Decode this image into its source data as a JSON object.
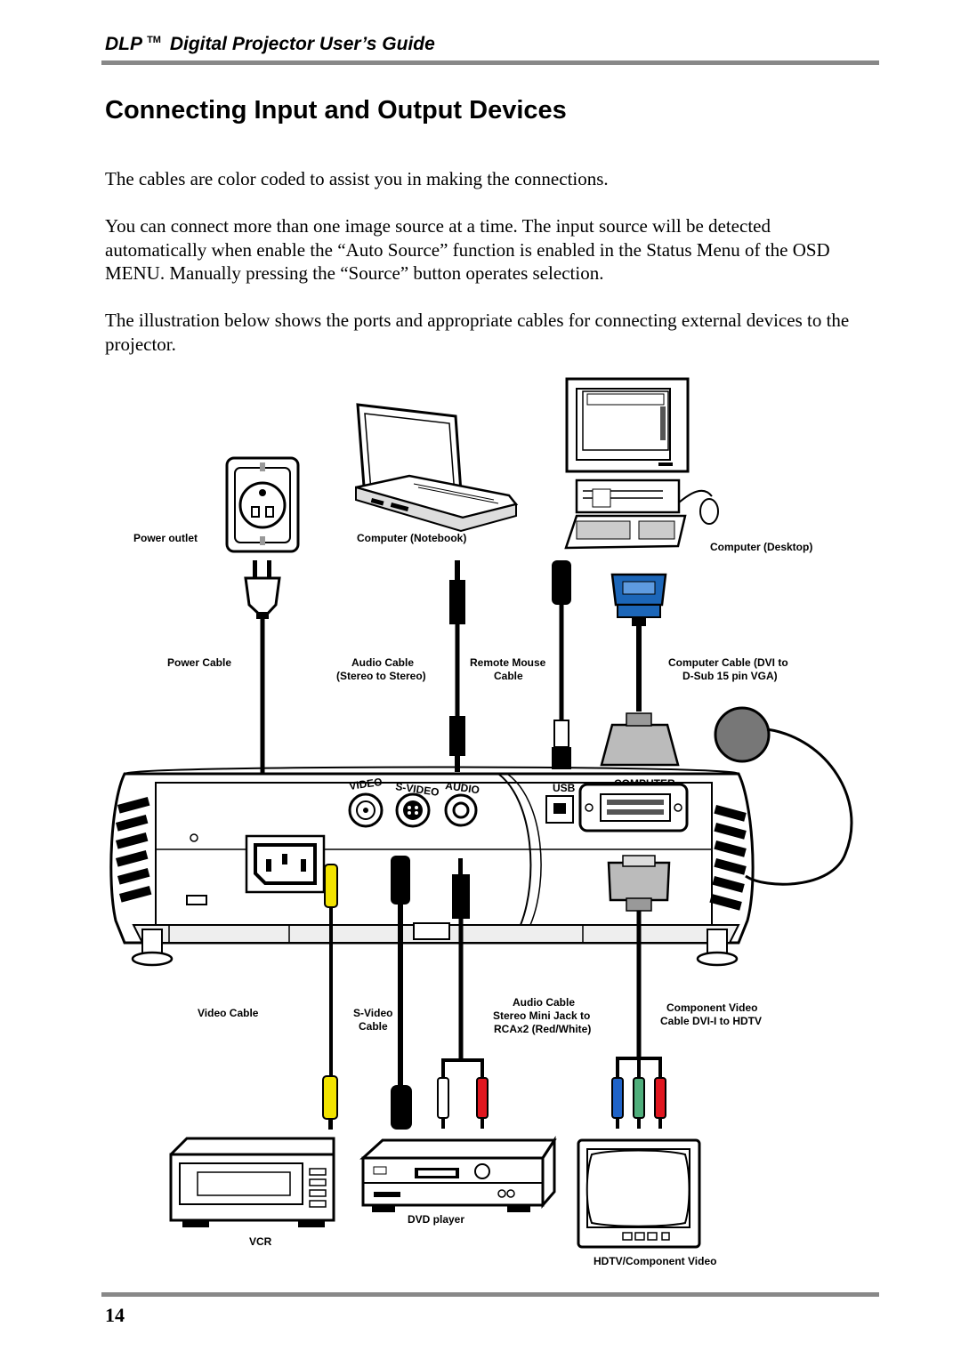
{
  "header": {
    "title_prefix": "DLP",
    "tm": "TM",
    "title": "Digital Projector User’s Guide"
  },
  "section_title": "Connecting Input and Output Devices",
  "paragraphs": [
    "The cables are color coded to assist you in making the connections.",
    "You can connect more than one image source at a time.    The input source will be detected automatically when enable the “Auto Source” function is enabled in the Status Menu of the OSD MENU. Manually pressing the “Source” button operates selection.",
    "The illustration below shows the ports and appropriate cables for connecting external devices to the projector."
  ],
  "diagram": {
    "devices": {
      "power_outlet": "Power outlet",
      "notebook": "Computer (Notebook)",
      "desktop": "Computer (Desktop)",
      "vcr": "VCR",
      "dvd": "DVD player",
      "hdtv": "HDTV/Component Video"
    },
    "cables": {
      "power": "Power Cable",
      "audio_1": "Audio Cable",
      "audio_2": "(Stereo to Stereo)",
      "mouse_1": "Remote Mouse",
      "mouse_2": "Cable",
      "computer_1": "Computer Cable (DVI to",
      "computer_2": "D-Sub 15 pin VGA)",
      "video": "Video Cable",
      "svideo_1": "S-Video",
      "svideo_2": "Cable",
      "audio_rca_1": "Audio Cable",
      "audio_rca_2": "Stereo Mini Jack to",
      "audio_rca_3": "RCAx2 (Red/White)",
      "component_1": "Component Video",
      "component_2": "Cable DVI-I to HDTV"
    },
    "ports": {
      "video": "VIDEO",
      "svideo": "S-VIDEO",
      "audio": "AUDIO",
      "usb": "USB",
      "computer": "COMPUTER"
    },
    "colors": {
      "video_plug": "#f2e300",
      "component_blue": "#1f63c8",
      "component_green": "#4fae7b",
      "component_red": "#e0161f",
      "vga_blue": "#1c66b8"
    }
  },
  "page_number": "14"
}
